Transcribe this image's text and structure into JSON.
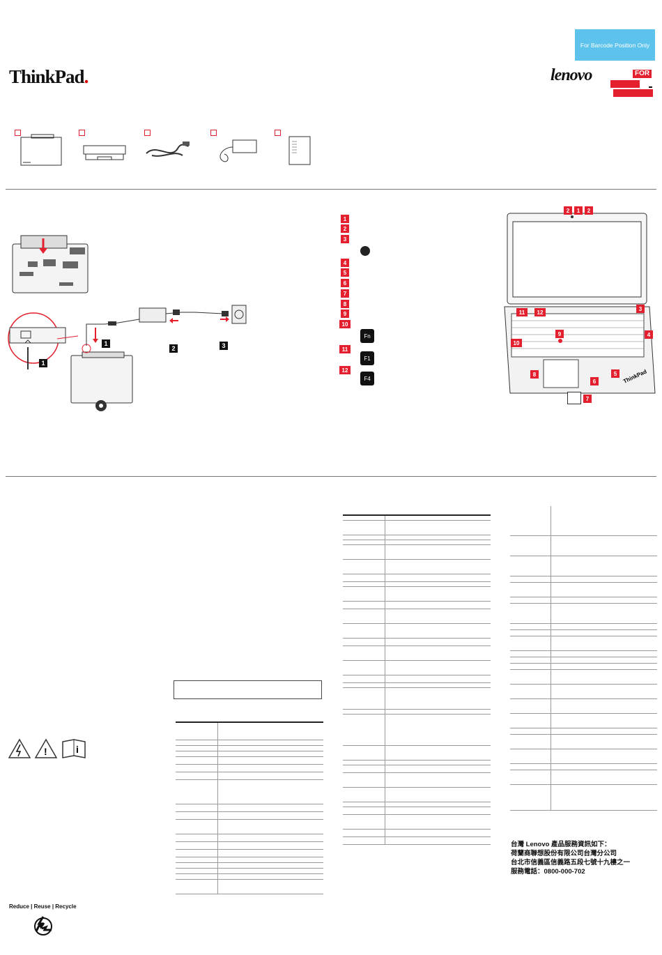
{
  "header": {
    "brand_thinkpad": "ThinkPad",
    "barcode_text": "For Barcode Position Only",
    "brand_lenovo": "lenovo",
    "for_box_text": "FOR"
  },
  "package_items": [
    {
      "name": "computer"
    },
    {
      "name": "battery"
    },
    {
      "name": "power-cord"
    },
    {
      "name": "ac-power-adapter"
    },
    {
      "name": "documentation"
    }
  ],
  "setup": {
    "step_label": "1",
    "callouts": [
      "1",
      "2",
      "3",
      "4",
      "5",
      "6",
      "7",
      "8",
      "9",
      "10",
      "11",
      "12"
    ],
    "key_icons": [
      {
        "label": "Fn"
      },
      {
        "label": "F1"
      },
      {
        "label": "F4"
      }
    ]
  },
  "overview_labels": {
    "top": [
      "2",
      "1",
      "2"
    ],
    "right_3": "3",
    "right_4": "4",
    "left_11": "11",
    "left_12": "12",
    "nine": "9",
    "ten": "10",
    "eight": "8",
    "six": "6",
    "five": "5",
    "seven": "7"
  },
  "taiwan_info": {
    "line1": "台灣 Lenovo 產品服務資訊如下：",
    "line2": "荷蘭商聯想股份有限公司台灣分公司",
    "line3": "台北市信義區信義路五段七號十九樓之一",
    "line4": "服務電話：0800-000-702"
  },
  "footer": {
    "recycle_label": "Reduce | Reuse | Recycle"
  },
  "colors": {
    "accent_red": "#e4202e",
    "barcode_blue": "#5ec3ec"
  }
}
